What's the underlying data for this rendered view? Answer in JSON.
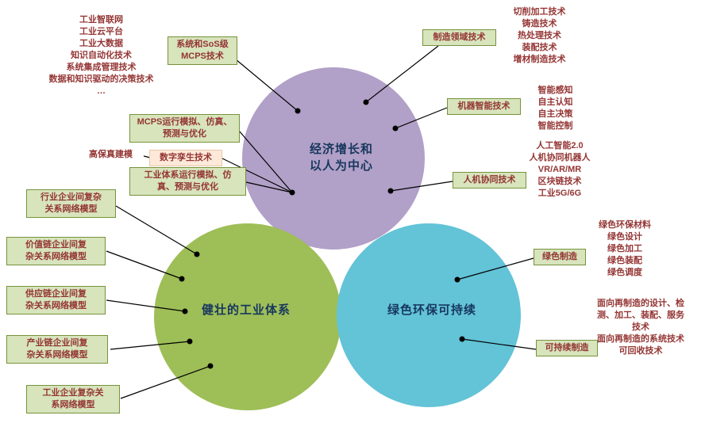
{
  "palette": {
    "text_maroon": "#943634",
    "box_green_bg": "#d7e4bc",
    "box_green_border": "#77933c",
    "box_pink_bg": "#fde9d9",
    "circle_purple": "#b1a0c7",
    "circle_green": "#9ebe57",
    "circle_cyan": "#63c3d7",
    "circle_title_blue": "#17375e",
    "connector_black": "#000000"
  },
  "circles": {
    "economic": {
      "title": "经济增长和\n以人为中心"
    },
    "industrial": {
      "title": "健壮的工业体系"
    },
    "green": {
      "title": "绿色环保可持续"
    }
  },
  "boxes": {
    "sos_mcps": "系统和SoS级\nMCPS技术",
    "mfg_domain": "制造领域技术",
    "machine_intel": "机器智能技术",
    "human_machine": "人机协同技术",
    "mcps_run": "MCPS运行模拟、仿真、\n预测与优化",
    "hi_fidelity": "高保真建模",
    "digital_twin": "数字孪生技术",
    "industry_run": "工业体系运行模拟、仿\n真、预测与优化",
    "industry_network": "行业企业间复杂\n关系网络模型",
    "value_chain": "价值链企业间复\n杂关系网络模型",
    "supply_chain": "供应链企业间复\n杂关系网络模型",
    "industrial_chain": "产业链企业间复\n杂关系网络模型",
    "enterprise_network": "工业企业复杂关\n系网络模型",
    "green_mfg": "绿色制造",
    "sustainable_mfg": "可持续制造"
  },
  "lists": {
    "top_left": {
      "items": [
        "工业智联网",
        "工业云平台",
        "工业大数据",
        "知识自动化技术",
        "系统集成管理技术",
        "数据和知识驱动的决策技术",
        "…"
      ]
    },
    "top_right": {
      "items": [
        "切削加工技术",
        "铸造技术",
        "热处理技术",
        "装配技术",
        "增材制造技术"
      ]
    },
    "intelligence": {
      "items": [
        "智能感知",
        "自主认知",
        "自主决策",
        "智能控制"
      ]
    },
    "ai": {
      "items": [
        "人工智能2.0",
        "人机协同机器人",
        "VR/AR/MR",
        "区块链技术",
        "工业5G/6G"
      ]
    },
    "green": {
      "items": [
        "绿色环保材料",
        "绿色设计",
        "绿色加工",
        "绿色装配",
        "绿色调度"
      ]
    },
    "remanufacture": {
      "items": [
        "面向再制造的设计、检测、加工、装配、服务技术",
        "面向再制造的系统技术",
        "可回收技术"
      ]
    }
  }
}
